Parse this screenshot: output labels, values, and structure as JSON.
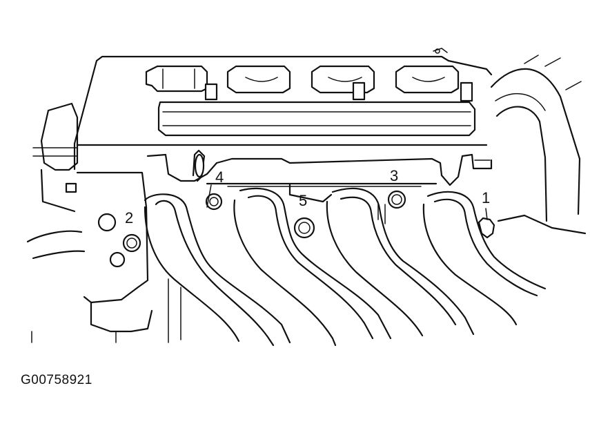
{
  "figure": {
    "bolt_labels": [
      "1",
      "2",
      "3",
      "4",
      "5"
    ],
    "figure_code": "G00758921"
  }
}
